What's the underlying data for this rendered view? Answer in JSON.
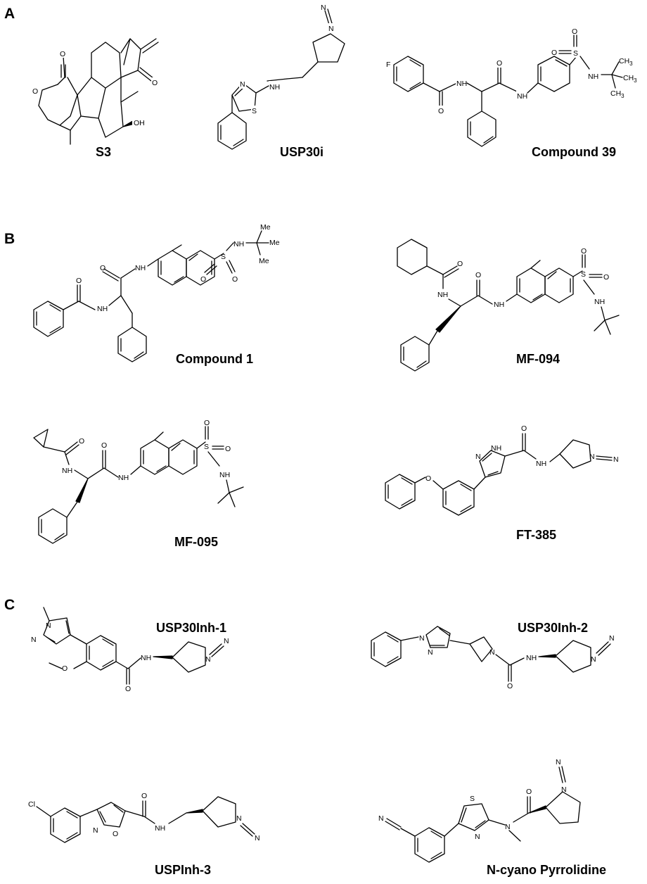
{
  "panels": [
    {
      "letter": "A",
      "compounds": [
        "S3",
        "USP30i",
        "Compound 39"
      ]
    },
    {
      "letter": "B",
      "compounds": [
        "Compound 1",
        "MF-094",
        "MF-095",
        "FT-385"
      ]
    },
    {
      "letter": "C",
      "compounds": [
        "USP30Inh-1",
        "USP30Inh-2",
        "USPInh-3",
        "N-cyano Pyrrolidine"
      ]
    }
  ],
  "atom_labels": {
    "O": "O",
    "OH": "OH",
    "N": "N",
    "NH": "NH",
    "H": "H",
    "S": "S",
    "F": "F",
    "Cl": "Cl",
    "CH3": "CH",
    "sub3": "3",
    "Me": "Me"
  }
}
